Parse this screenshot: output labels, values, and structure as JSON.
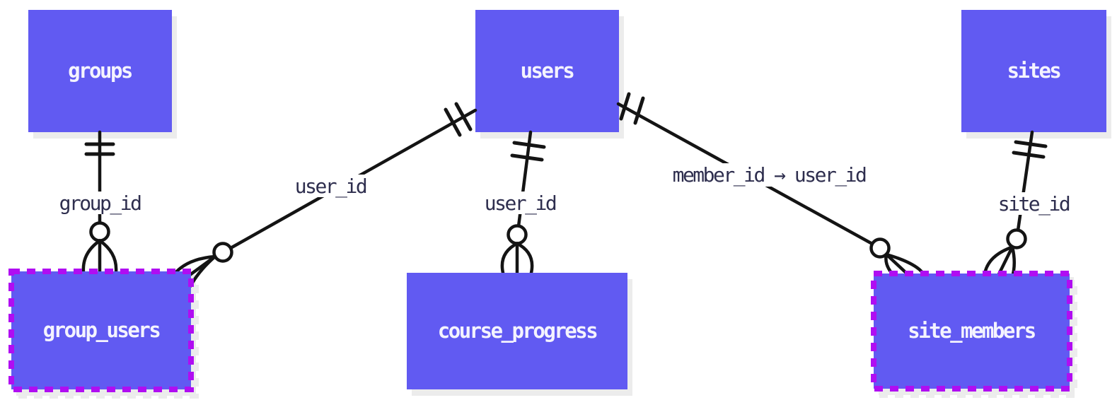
{
  "diagram": {
    "type": "entity-relationship",
    "colors": {
      "background": "#ffffff",
      "entity_fill": "#615af2",
      "entity_text": "#f4f3fe",
      "highlight_border": "#b00df2",
      "edge": "#141414",
      "edge_label_text": "#2e2e4e",
      "shadow": "#ececec"
    },
    "entities": [
      {
        "id": "groups",
        "label": "groups",
        "highlighted": false
      },
      {
        "id": "users",
        "label": "users",
        "highlighted": false
      },
      {
        "id": "sites",
        "label": "sites",
        "highlighted": false
      },
      {
        "id": "group_users",
        "label": "group_users",
        "highlighted": true
      },
      {
        "id": "course_progress",
        "label": "course_progress",
        "highlighted": false
      },
      {
        "id": "site_members",
        "label": "site_members",
        "highlighted": true
      }
    ],
    "relationships": [
      {
        "from": "groups",
        "to": "group_users",
        "label": "group_id",
        "from_cardinality": "one-and-only-one",
        "to_cardinality": "zero-or-many"
      },
      {
        "from": "users",
        "to": "group_users",
        "label": "user_id",
        "from_cardinality": "one-and-only-one",
        "to_cardinality": "zero-or-many"
      },
      {
        "from": "users",
        "to": "course_progress",
        "label": "user_id",
        "from_cardinality": "one-and-only-one",
        "to_cardinality": "zero-or-many"
      },
      {
        "from": "users",
        "to": "site_members",
        "label": "member_id → user_id",
        "from_cardinality": "one-and-only-one",
        "to_cardinality": "zero-or-many"
      },
      {
        "from": "sites",
        "to": "site_members",
        "label": "site_id",
        "from_cardinality": "one-and-only-one",
        "to_cardinality": "zero-or-many"
      }
    ]
  }
}
